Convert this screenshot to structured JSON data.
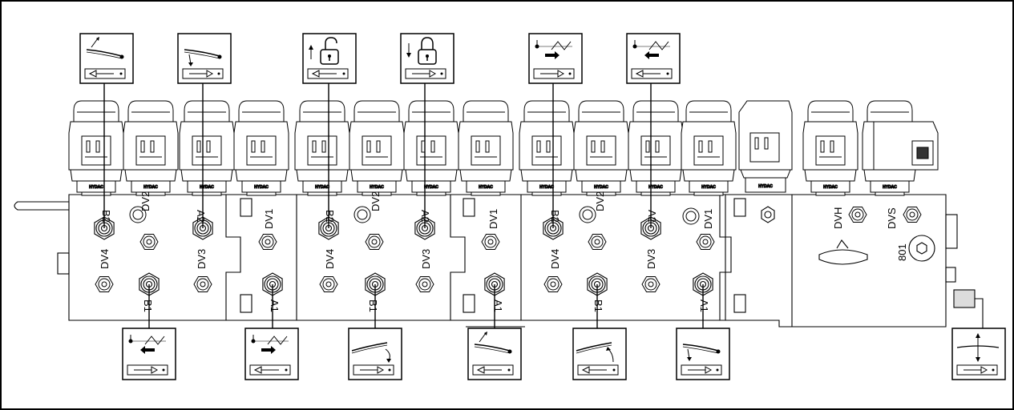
{
  "brand_label": "HYDAC",
  "solenoid_count": 15,
  "block_labels": {
    "B2": "B2",
    "A2": "A2",
    "B1": "B1",
    "A1": "A1",
    "DV1": "DV1",
    "DV2": "DV2",
    "DV3": "DV3",
    "DV4": "DV4",
    "DVH": "DVH",
    "DVS": "DVS",
    "P801": "801"
  },
  "top_icons": [
    {
      "id": "lift-flap-right",
      "icon": "flap-arrow-up"
    },
    {
      "id": "lower-flap-right",
      "icon": "flap-arrow-down"
    },
    {
      "id": "unlock",
      "icon": "padlock-open"
    },
    {
      "id": "lock",
      "icon": "padlock-closed"
    },
    {
      "id": "extend-right",
      "icon": "fold-arrow-right"
    },
    {
      "id": "retract-left",
      "icon": "fold-arrow-left"
    }
  ],
  "bottom_icons": [
    {
      "id": "fold-left",
      "icon": "fold-arrow-left"
    },
    {
      "id": "fold-right",
      "icon": "fold-arrow-right"
    },
    {
      "id": "tilt-down-right",
      "icon": "flap-curve-down"
    },
    {
      "id": "lift-flap-left",
      "icon": "flap-arrow-up"
    },
    {
      "id": "raise-curve",
      "icon": "flap-curve-up"
    },
    {
      "id": "lower-flap-left",
      "icon": "flap-arrow-down"
    },
    {
      "id": "height-adjust",
      "icon": "vertical-arrows"
    }
  ],
  "colors": {
    "line": "#000000",
    "background": "#ffffff",
    "fill_gray": "#dcdcdc"
  }
}
